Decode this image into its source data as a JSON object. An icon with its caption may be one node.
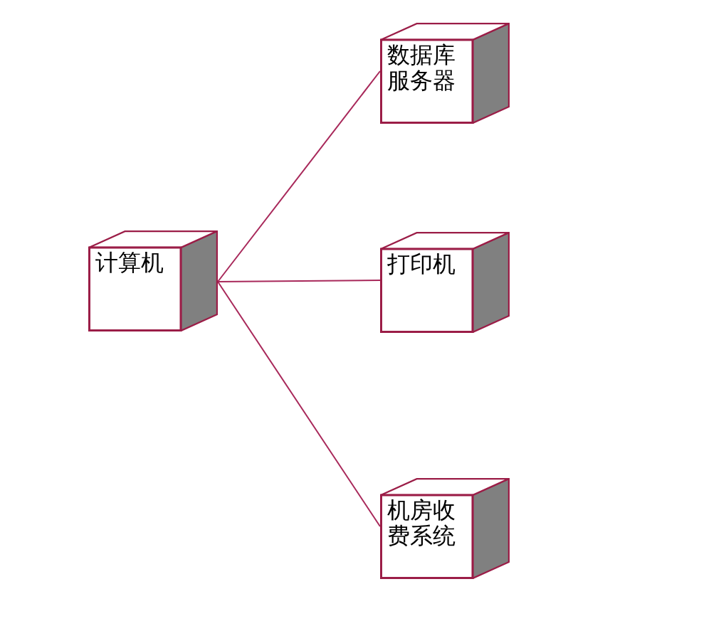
{
  "diagram": {
    "nodes": [
      {
        "text": [
          "计算机"
        ]
      },
      {
        "text": [
          "数据库服务器"
        ]
      },
      {
        "text": [
          "打印机"
        ]
      },
      {
        "text": [
          "机房收费系统"
        ]
      }
    ],
    "edges": [
      {
        "from": 0,
        "to": 1,
        "arrow": "none"
      },
      {
        "from": 0,
        "to": 2,
        "arrow": "none"
      },
      {
        "from": 0,
        "to": 3,
        "arrow": "none"
      }
    ]
  }
}
